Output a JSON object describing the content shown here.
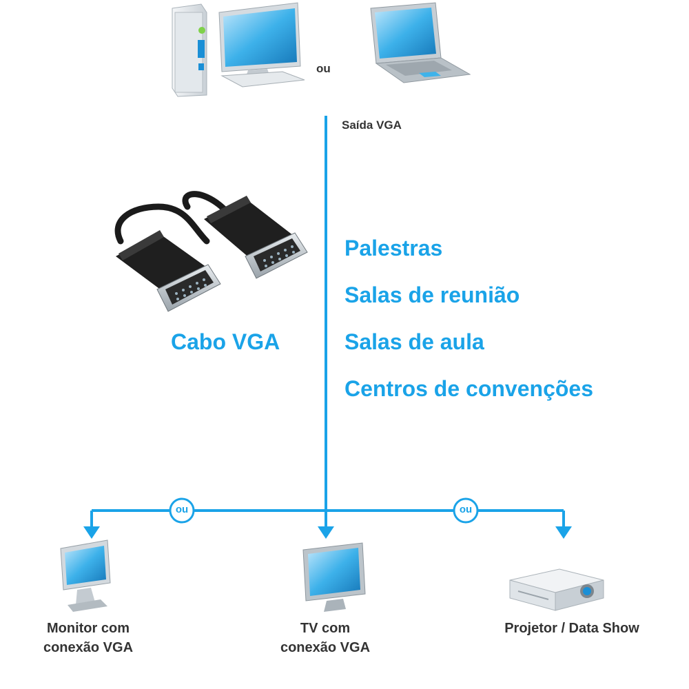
{
  "top": {
    "ou_label": "ou",
    "output_label": "Saída VGA"
  },
  "cable": {
    "label": "Cabo VGA"
  },
  "uses": [
    "Palestras",
    "Salas de reunião",
    "Salas de aula",
    "Centros de convenções"
  ],
  "branch": {
    "ou_left": "ou",
    "ou_right": "ou"
  },
  "devices": {
    "monitor": [
      "Monitor com",
      "conexão VGA"
    ],
    "tv": [
      "TV com",
      "conexão VGA"
    ],
    "projector": [
      "Projetor / Data Show"
    ]
  },
  "colors": {
    "accent": "#1aa3e8",
    "text_dark": "#333333"
  }
}
